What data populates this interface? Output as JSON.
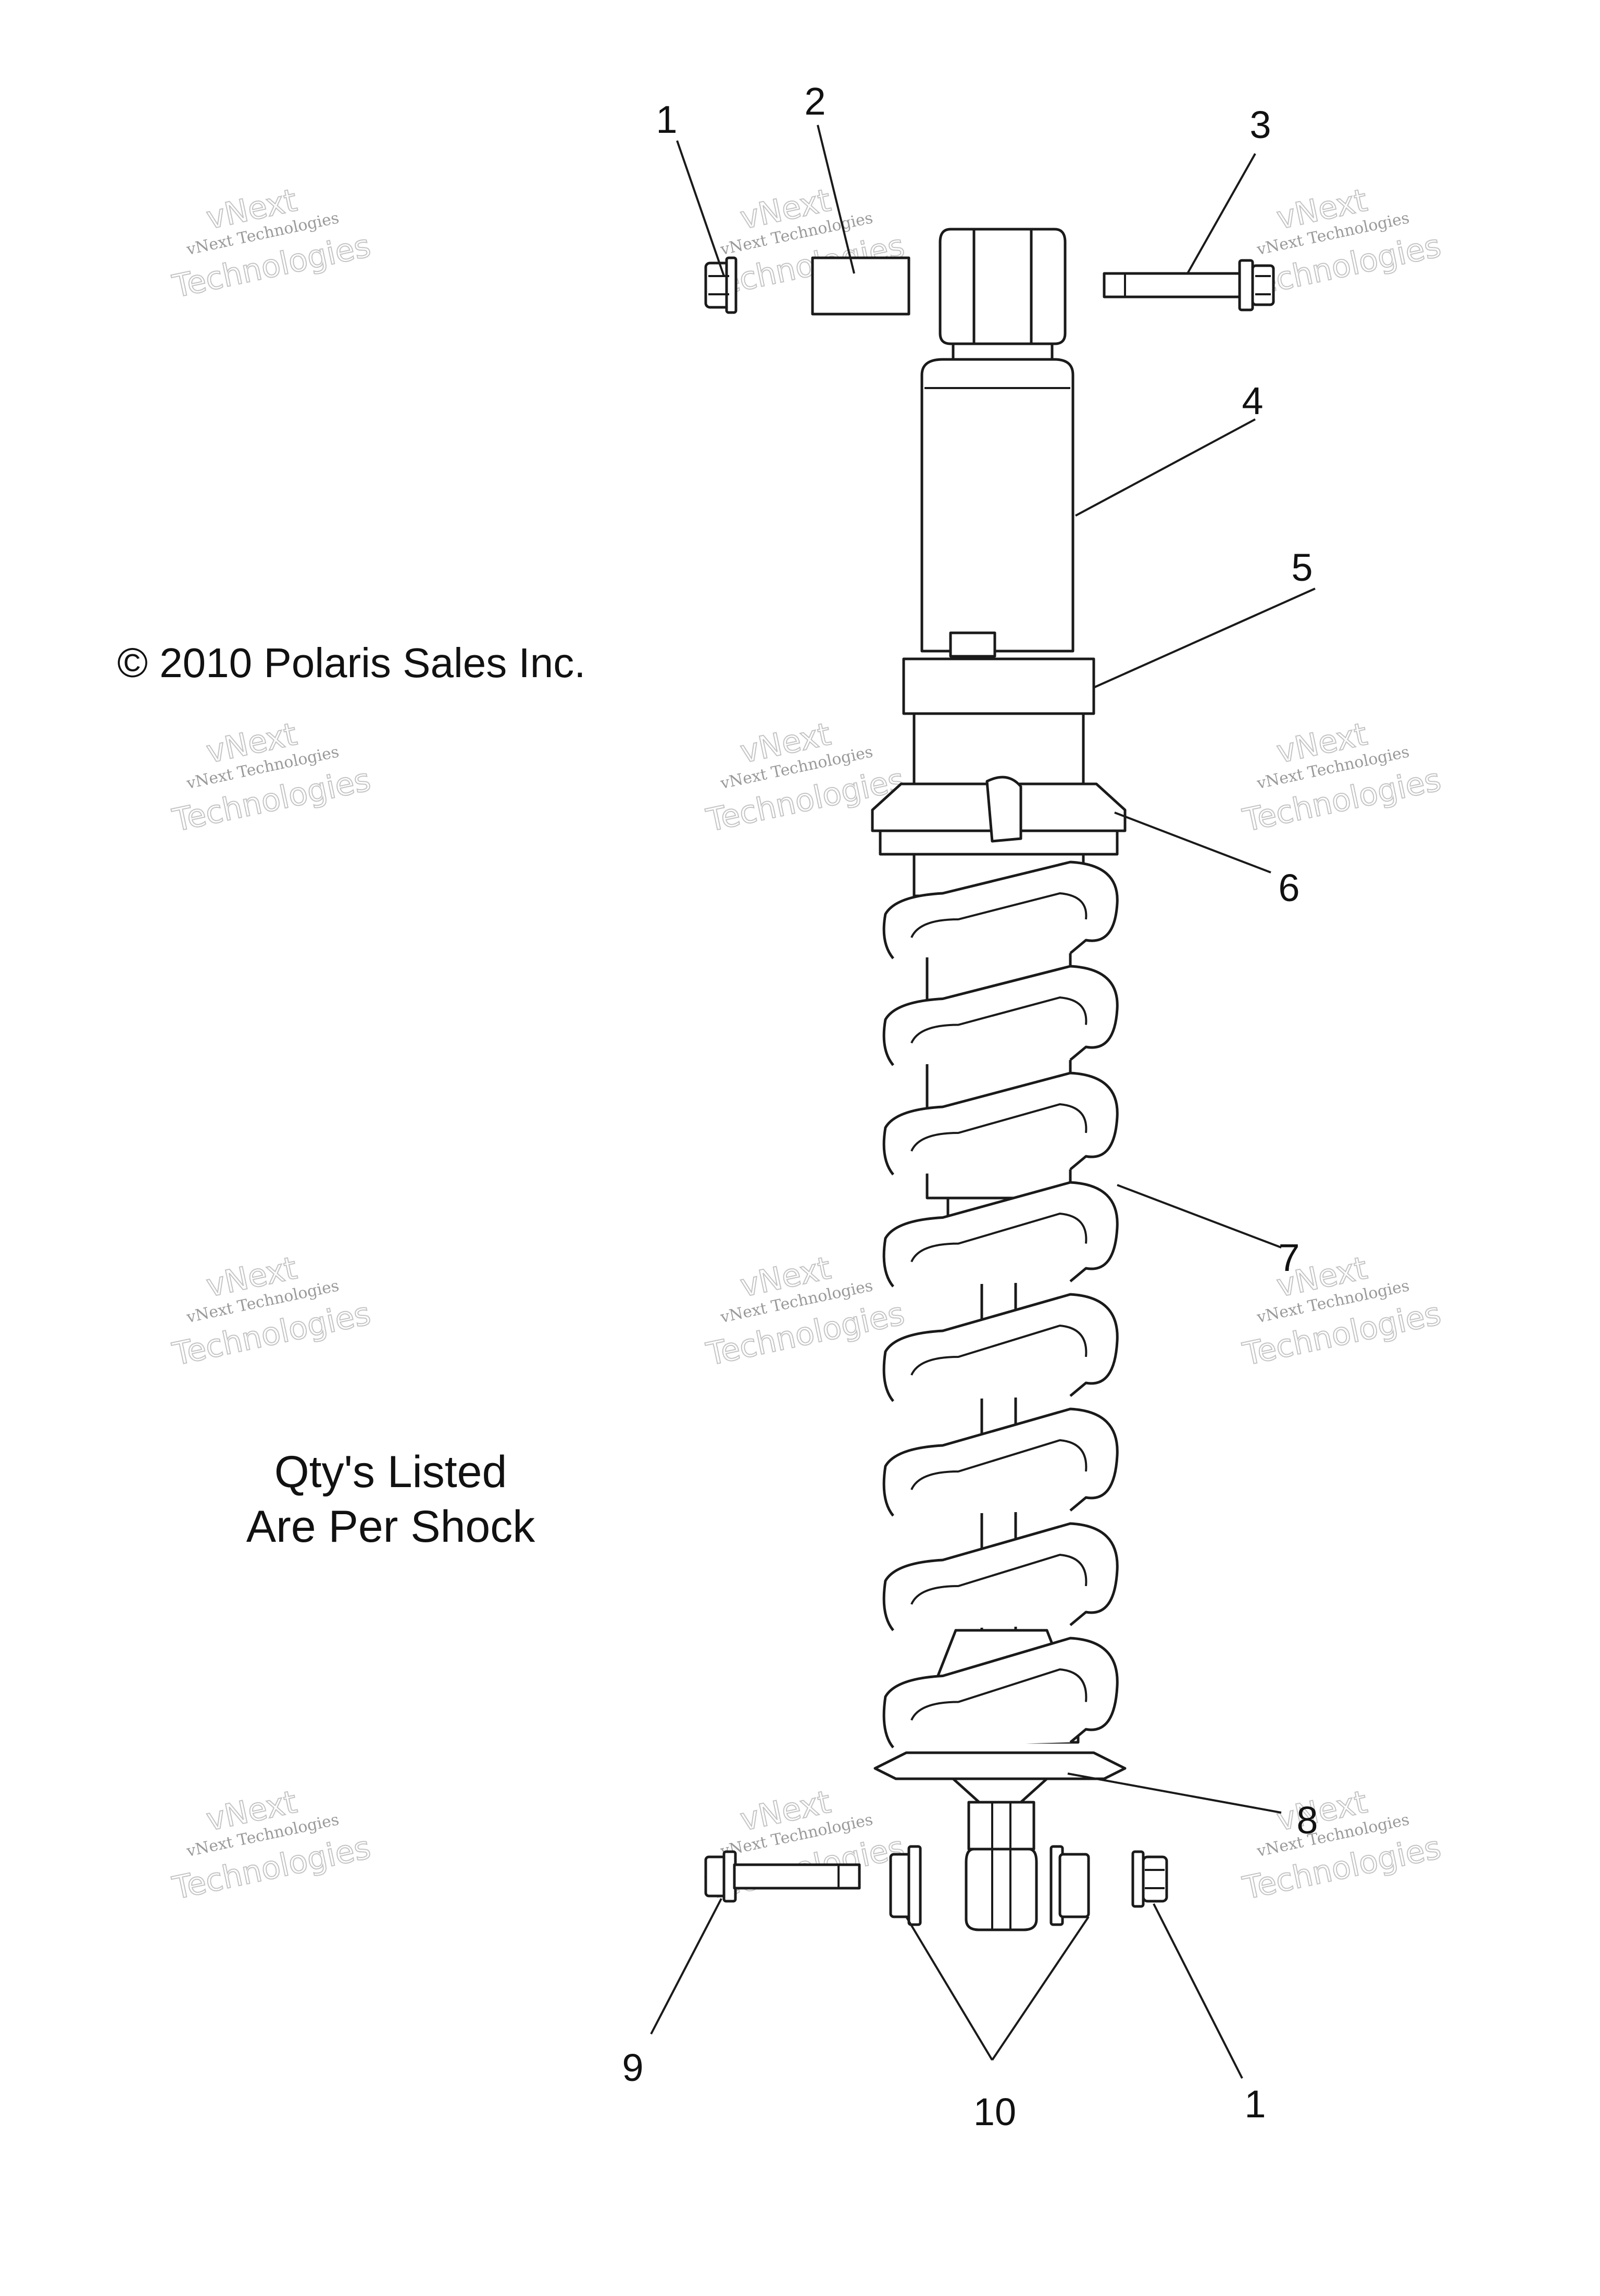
{
  "copyright": "© 2010 Polaris Sales Inc.",
  "note": {
    "line1": "Qty's Listed",
    "line2": "Are Per Shock"
  },
  "watermark": {
    "line1": "vNext",
    "line2": "vNext Technologies",
    "line3": "Technologies"
  },
  "callouts": {
    "c1_top": "1",
    "c2": "2",
    "c3": "3",
    "c4": "4",
    "c5": "5",
    "c6": "6",
    "c7": "7",
    "c8": "8",
    "c9": "9",
    "c10": "10",
    "c1_bottom": "1"
  }
}
